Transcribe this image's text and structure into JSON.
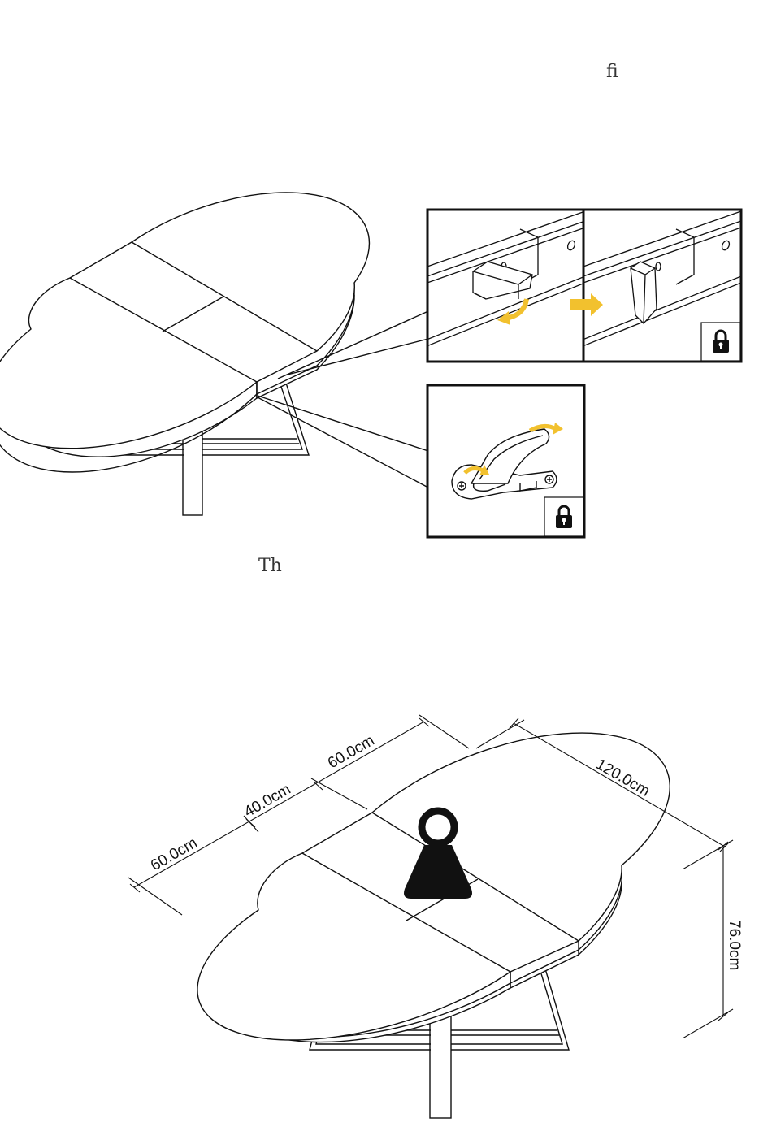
{
  "page": {
    "text_fragment_top": "ﬁ",
    "text_fragment_middle": "Th"
  },
  "icons": {
    "lock": "lock-icon",
    "weight": "weight-icon",
    "arrow": "arrow-right-icon",
    "rotate": "rotate-arrow-icon"
  },
  "colors": {
    "line": "#111111",
    "accent_arrow": "#F2C12E",
    "weight_fill": "#111111"
  },
  "dimensions": {
    "leaf_left": "60.0cm",
    "leaf_middle": "40.0cm",
    "leaf_right": "60.0cm",
    "length": "120.0cm",
    "height": "76.0cm"
  }
}
